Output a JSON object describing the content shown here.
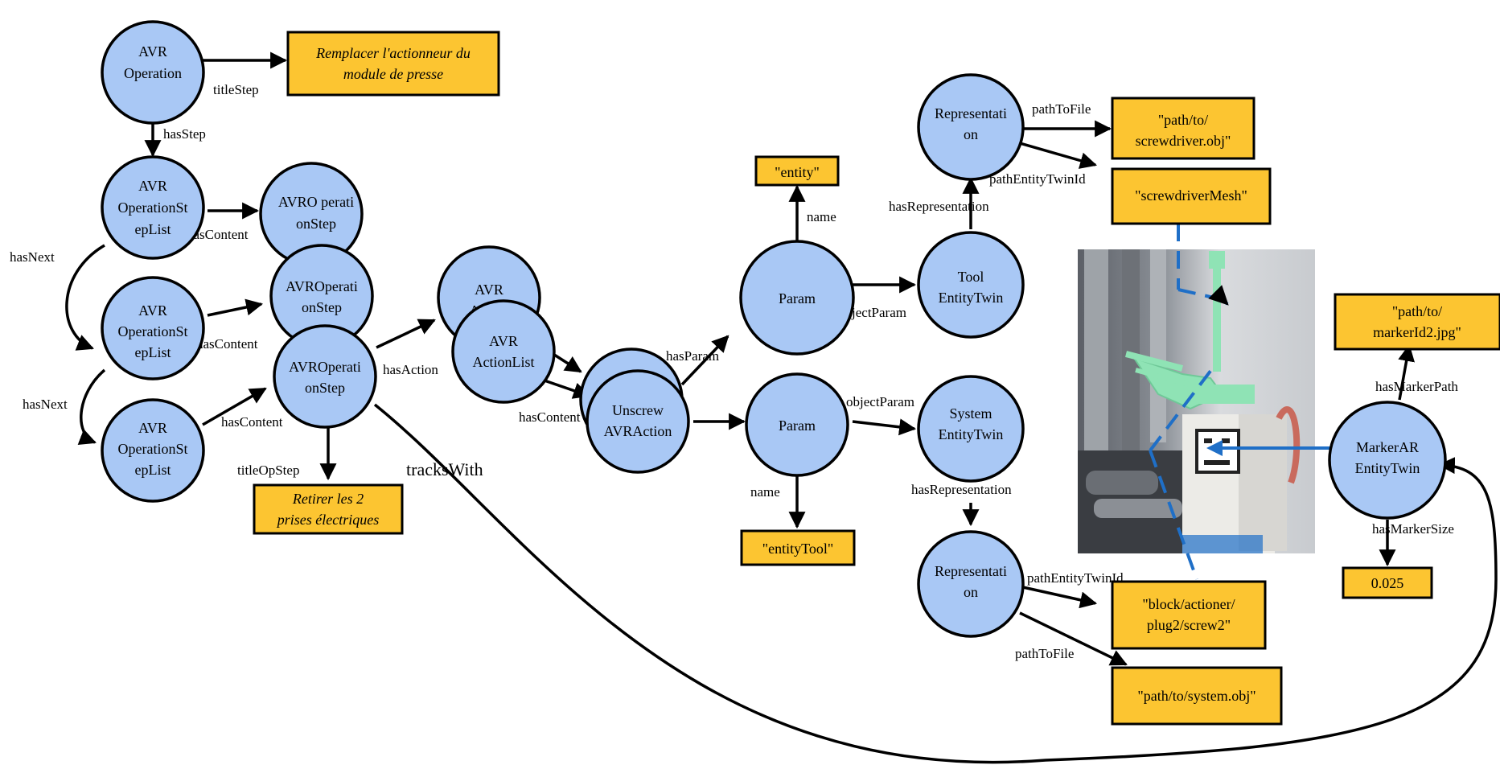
{
  "nodes": {
    "n1": [
      "AVR",
      "Operation"
    ],
    "n2": [
      "AVR",
      "OperationSt",
      "epList"
    ],
    "n3": [
      "AVRO perati",
      "onStep"
    ],
    "n4": [
      "AVR",
      "OperationSt",
      "epList"
    ],
    "n5": [
      "AVROperati",
      "onStep"
    ],
    "n6": [
      "AVR",
      "OperationSt",
      "epList"
    ],
    "n7": [
      "AVROperati",
      "onStep"
    ],
    "n8": [
      "AVR",
      "Action"
    ],
    "n9": [
      "AVR",
      "ActionList"
    ],
    "n10": [
      "Unscrew",
      "AVRAction"
    ],
    "n11": [
      "Param"
    ],
    "n12": [
      "Param"
    ],
    "n13": [
      "Representati",
      "on"
    ],
    "n14": [
      "Tool",
      "EntityTwin"
    ],
    "n15": [
      "System",
      "EntityTwin"
    ],
    "n16": [
      "Representati",
      "on"
    ],
    "n17": [
      "MarkerAR",
      "EntityTwin"
    ]
  },
  "literals": {
    "l1": [
      "Remplacer l'actionneur du",
      "module de presse"
    ],
    "l2": [
      "Retirer les 2",
      "prises électriques"
    ],
    "l3": [
      "\"entity\""
    ],
    "l4": [
      "\"path/to/",
      "screwdriver.obj\""
    ],
    "l5": [
      "\"screwdriverMesh\""
    ],
    "l6": [
      "\"entityTool\""
    ],
    "l7": [
      "\"block/actioner/",
      "plug2/screw2\""
    ],
    "l8": [
      "\"path/to/system.obj\""
    ],
    "l9": [
      "\"path/to/",
      "markerId2.jpg\""
    ],
    "l10": [
      "0.025"
    ]
  },
  "edges": {
    "titleStep": "titleStep",
    "hasStep": "hasStep",
    "hasNext1": "hasNext",
    "hasNext2": "hasNext",
    "hasContent1": "hasContent",
    "hasContent2": "hasContent",
    "hasContent3": "hasContent",
    "hasContent4": "hasContent",
    "titleOpStep": "titleOpStep",
    "tracksWith": "tracksWith",
    "hasAction": "hasAction",
    "hasParam": "hasParam",
    "name1": "name",
    "name2": "name",
    "objectParam1": "objectParam",
    "objectParam2": "objectParam",
    "hasRepresentation1": "hasRepresentation",
    "hasRepresentation2": "hasRepresentation",
    "pathToFile1": "pathToFile",
    "pathToFile2": "pathToFile",
    "pathEntityTwinId1": "pathEntityTwinId",
    "pathEntityTwinId2": "pathEntityTwinId",
    "hasMarkerPath": "hasMarkerPath",
    "hasMarkerSize": "hasMarkerSize"
  }
}
